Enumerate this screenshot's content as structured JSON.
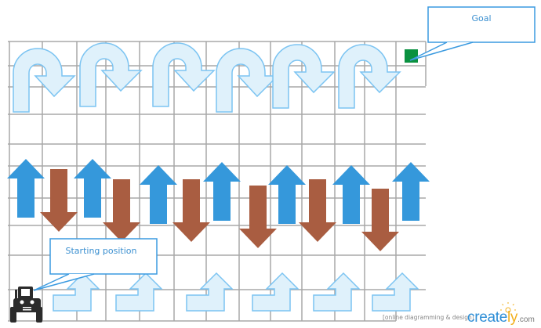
{
  "callouts": {
    "goal": "Goal",
    "start": "Starting position"
  },
  "watermark": {
    "tagline": "[online diagramming & design]",
    "brand_main": "create",
    "brand_y": "ly",
    "brand_suffix": ".com"
  },
  "colors": {
    "grid": "#a8a8a8",
    "uturn_fill": "#dff1fb",
    "uturn_stroke": "#7cc4f2",
    "up_arrow": "#3598db",
    "down_arrow": "#a95d41",
    "goal": "#0a9140",
    "callout_border": "#3a9ae0"
  }
}
